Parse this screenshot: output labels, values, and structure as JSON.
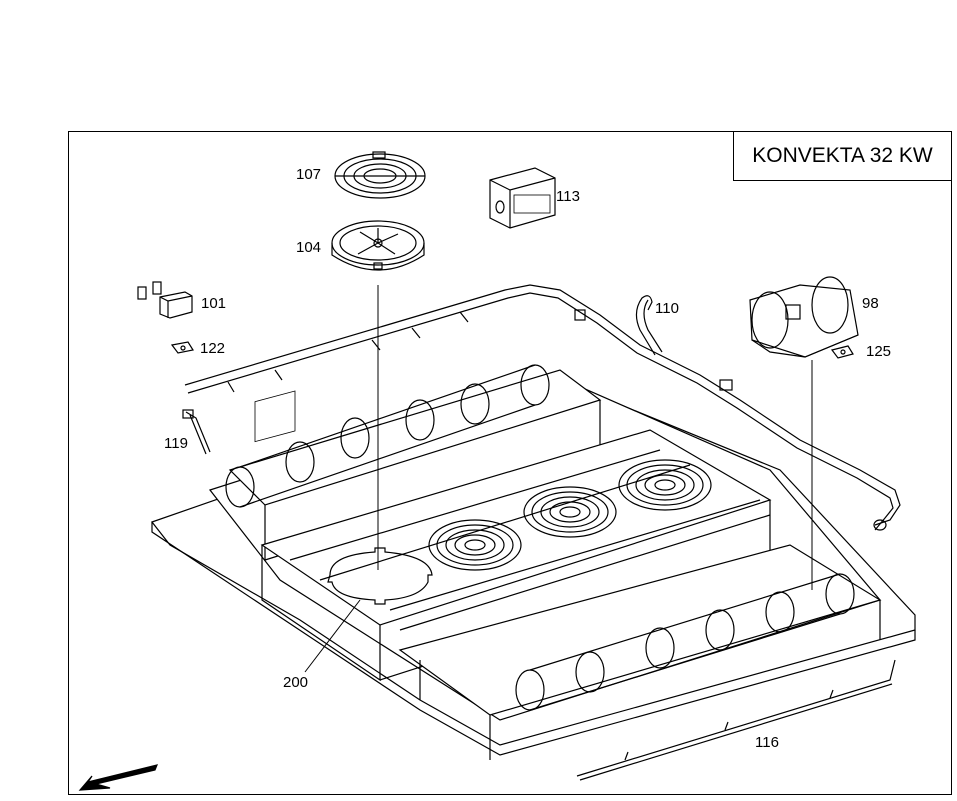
{
  "title": "KONVEKTA 32 KW",
  "callouts": {
    "c107": "107",
    "c113": "113",
    "c104": "104",
    "c101": "101",
    "c110": "110",
    "c98": "98",
    "c122": "122",
    "c125": "125",
    "c119": "119",
    "c200": "200",
    "c116": "116"
  },
  "icons": {
    "direction_arrow": "arrow-left-down-icon"
  }
}
